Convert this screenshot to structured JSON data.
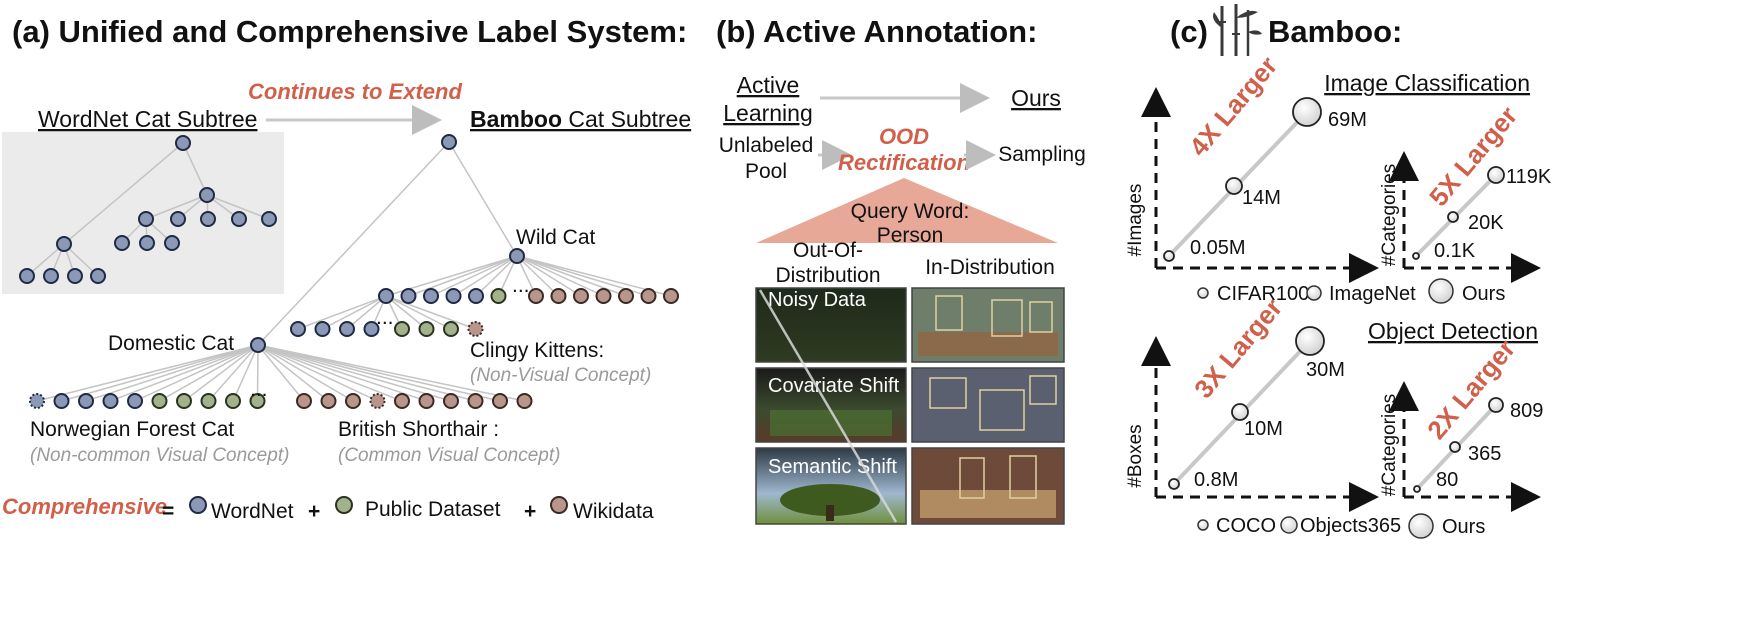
{
  "panel_a": {
    "title": "(a) Unified and Comprehensive Label System:",
    "extend_label": "Continues to Extend",
    "wordnet_subtree": "WordNet Cat Subtree",
    "bamboo_bold": "Bamboo",
    "bamboo_rest": " Cat Subtree",
    "wild_cat": "Wild Cat",
    "domestic_cat": "Domestic Cat",
    "clingy_kittens": "Clingy Kittens:",
    "non_visual": "(Non-Visual Concept)",
    "norwegian": "Norwegian Forest Cat",
    "non_common": "(Non-common Visual Concept)",
    "british": "British Shorthair :",
    "common": "(Common Visual Concept)",
    "ellipsis": "...",
    "formula": {
      "comprehensive": "Comprehensive",
      "equals": "=",
      "plus": "+",
      "wordnet": "WordNet",
      "public": "Public Dataset",
      "wikidata": "Wikidata"
    },
    "colors": {
      "wordnet": "#8c99b6",
      "public": "#a3b28c",
      "wikidata": "#b8968c",
      "gray_box": "#ebebeb"
    }
  },
  "panel_b": {
    "title": "(b) Active Annotation:",
    "active": "Active",
    "learning": "Learning",
    "ours": "Ours",
    "unlabeled": "Unlabeled",
    "pool": "Pool",
    "ood": "OOD",
    "rectification": "Rectification",
    "sampling": "Sampling",
    "query_word": "Query Word:",
    "person": "Person",
    "ood_col_1": "Out-Of-",
    "ood_col_2": "Distribution",
    "in_dist": "In-Distribution",
    "noisy": "Noisy Data",
    "covariate": "Covariate Shift",
    "semantic": "Semantic Shift"
  },
  "panel_c": {
    "title": "(c)",
    "title_word": "Bamboo:",
    "image_cls": "Image Classification",
    "object_det": "Object Detection",
    "images_axis": "#Images",
    "categories_axis": "#Categories",
    "boxes_axis": "#Boxes",
    "legend_cls": [
      "CIFAR100",
      "ImageNet",
      "Ours"
    ],
    "legend_det": [
      "COCO",
      "Objects365",
      "Ours"
    ]
  },
  "chart_data": [
    {
      "type": "scatter",
      "title": "Image Classification",
      "ylabel": "#Images",
      "series": [
        {
          "name": "CIFAR100",
          "label": "0.05M"
        },
        {
          "name": "ImageNet",
          "label": "14M"
        },
        {
          "name": "Ours",
          "label": "69M"
        }
      ],
      "annotation": "4X Larger"
    },
    {
      "type": "scatter",
      "ylabel": "#Categories",
      "series": [
        {
          "name": "CIFAR100",
          "label": "0.1K"
        },
        {
          "name": "ImageNet",
          "label": "20K"
        },
        {
          "name": "Ours",
          "label": "119K"
        }
      ],
      "annotation": "5X Larger"
    },
    {
      "type": "scatter",
      "title": "Object Detection",
      "ylabel": "#Boxes",
      "series": [
        {
          "name": "COCO",
          "label": "0.8M"
        },
        {
          "name": "Objects365",
          "label": "10M"
        },
        {
          "name": "Ours",
          "label": "30M"
        }
      ],
      "annotation": "3X Larger"
    },
    {
      "type": "scatter",
      "ylabel": "#Categories",
      "series": [
        {
          "name": "COCO",
          "label": "80"
        },
        {
          "name": "Objects365",
          "label": "365"
        },
        {
          "name": "Ours",
          "label": "809"
        }
      ],
      "annotation": "2X Larger"
    }
  ]
}
